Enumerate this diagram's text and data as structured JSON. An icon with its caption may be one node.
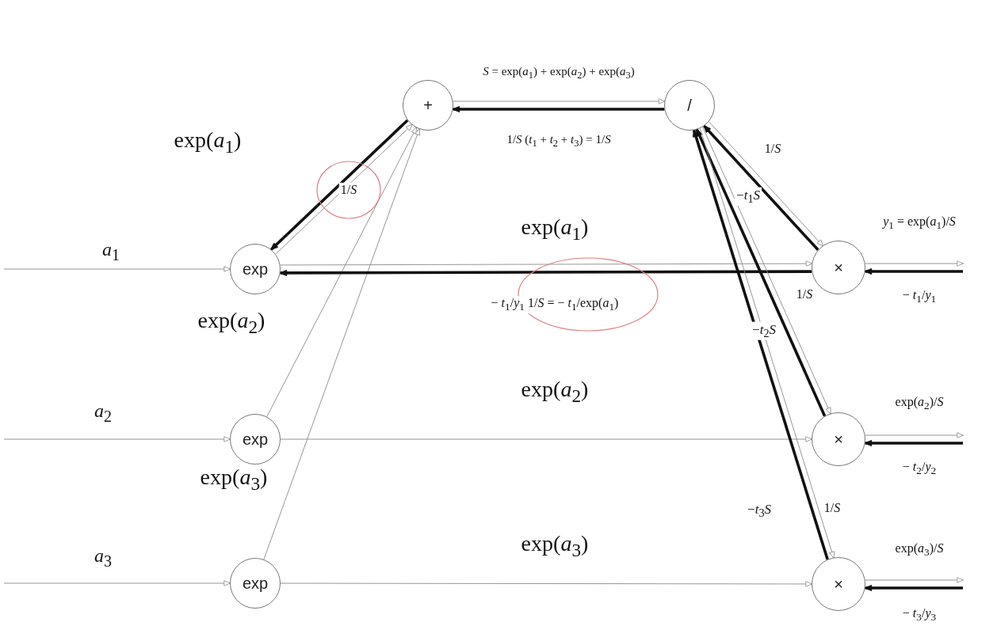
{
  "diagram": {
    "nodes": [
      {
        "text": [
          "+"
        ]
      },
      {
        "text": [
          "/"
        ]
      },
      {
        "text": [
          "exp"
        ]
      },
      {
        "text": [
          "exp"
        ]
      },
      {
        "text": [
          "exp"
        ]
      },
      {
        "text": [
          "×"
        ]
      },
      {
        "text": [
          "×"
        ]
      },
      {
        "text": [
          "×"
        ]
      }
    ],
    "edges": [
      {
        "from": null,
        "to": 2,
        "arrow": "to",
        "label": "*a*$_{1}$"
      },
      {
        "from": null,
        "to": 3,
        "arrow": "to",
        "label": "*a*$_{2}$"
      },
      {
        "from": null,
        "to": 4,
        "arrow": "to",
        "label": "*a*$_{3}$"
      },
      {
        "from": 2,
        "to": 0,
        "arrow": "to",
        "label": "exp(*a*$_{1}$)"
      },
      {
        "from": 0,
        "to": 2,
        "arrow": "to",
        "label": "1/*S*",
        "style": "thick",
        "color": "#111111"
      },
      {
        "from": 3,
        "to": 0,
        "arrow": "to",
        "label": "exp(*a*$_{2}$)"
      },
      {
        "from": 4,
        "to": 0,
        "arrow": "to",
        "label": "exp(*a*$_{3}$)"
      },
      {
        "from": 0,
        "to": 1,
        "arrow": "to",
        "label": "*S* = exp(*a*$_{1}$) + exp(*a*$_{2}$) + exp(*a*$_{3}$)"
      },
      {
        "from": 1,
        "to": 0,
        "arrow": "to",
        "label": "1/*S* (*t*$_{1}$ + *t*$_{2}$ + *t*$_{3}$) = 1/*S*",
        "style": "thick",
        "color": "#111111"
      },
      {
        "from": 2,
        "to": 5,
        "arrow": "to",
        "label": "exp(*a*$_{1}$)"
      },
      {
        "from": 5,
        "to": 2,
        "arrow": "to",
        "label": "− *t*$_{1}$/*y*$_{1}$ 1/*S* = − *t*$_{1}$/exp(*a*$_{1}$)",
        "style": "thick",
        "color": "#111111"
      },
      {
        "from": 3,
        "to": 6,
        "arrow": "to",
        "label": "exp(*a*$_{2}$)"
      },
      {
        "from": 4,
        "to": 7,
        "arrow": "to",
        "label": "exp(*a*$_{3}$)"
      },
      {
        "from": 1,
        "to": 5,
        "arrow": "to",
        "label": "1/*S*"
      },
      {
        "from": 5,
        "to": 1,
        "arrow": "to",
        "label": "−*t*$_{1}$*S*",
        "style": "thick",
        "color": "#111111"
      },
      {
        "from": 1,
        "to": 6,
        "arrow": "to",
        "label": "1/*S*"
      },
      {
        "from": 6,
        "to": 1,
        "arrow": "to",
        "label": "−*t*$_{2}$*S*",
        "style": "thick",
        "color": "#111111"
      },
      {
        "from": 1,
        "to": 7,
        "arrow": "to",
        "label": "1/*S*"
      },
      {
        "from": 7,
        "to": 1,
        "arrow": "to",
        "label": "−*t*$_{3}$*S*",
        "style": "thick",
        "color": "#111111"
      },
      {
        "from": 5,
        "to": null,
        "arrow": "to",
        "label": "*y*$_{1}$ = exp(*a*$_{1}$)/*S*"
      },
      {
        "from": null,
        "to": 5,
        "arrow": "to",
        "label": "− *t*$_{1}$/*y*$_{1}$",
        "style": "thick",
        "color": "#111111"
      },
      {
        "from": 6,
        "to": null,
        "arrow": "to",
        "label": "exp(*a*$_{2}$)/*S*"
      },
      {
        "from": null,
        "to": 6,
        "arrow": "to",
        "label": "− *t*$_{2}$/*y*$_{2}$",
        "style": "thick",
        "color": "#111111"
      },
      {
        "from": 7,
        "to": null,
        "arrow": "to",
        "label": "exp(*a*$_{3}$)/*S*"
      },
      {
        "from": null,
        "to": 7,
        "arrow": "to",
        "label": "− *t*$_{3}$/*y*$_{3}$",
        "style": "thick",
        "color": "#111111"
      }
    ]
  }
}
